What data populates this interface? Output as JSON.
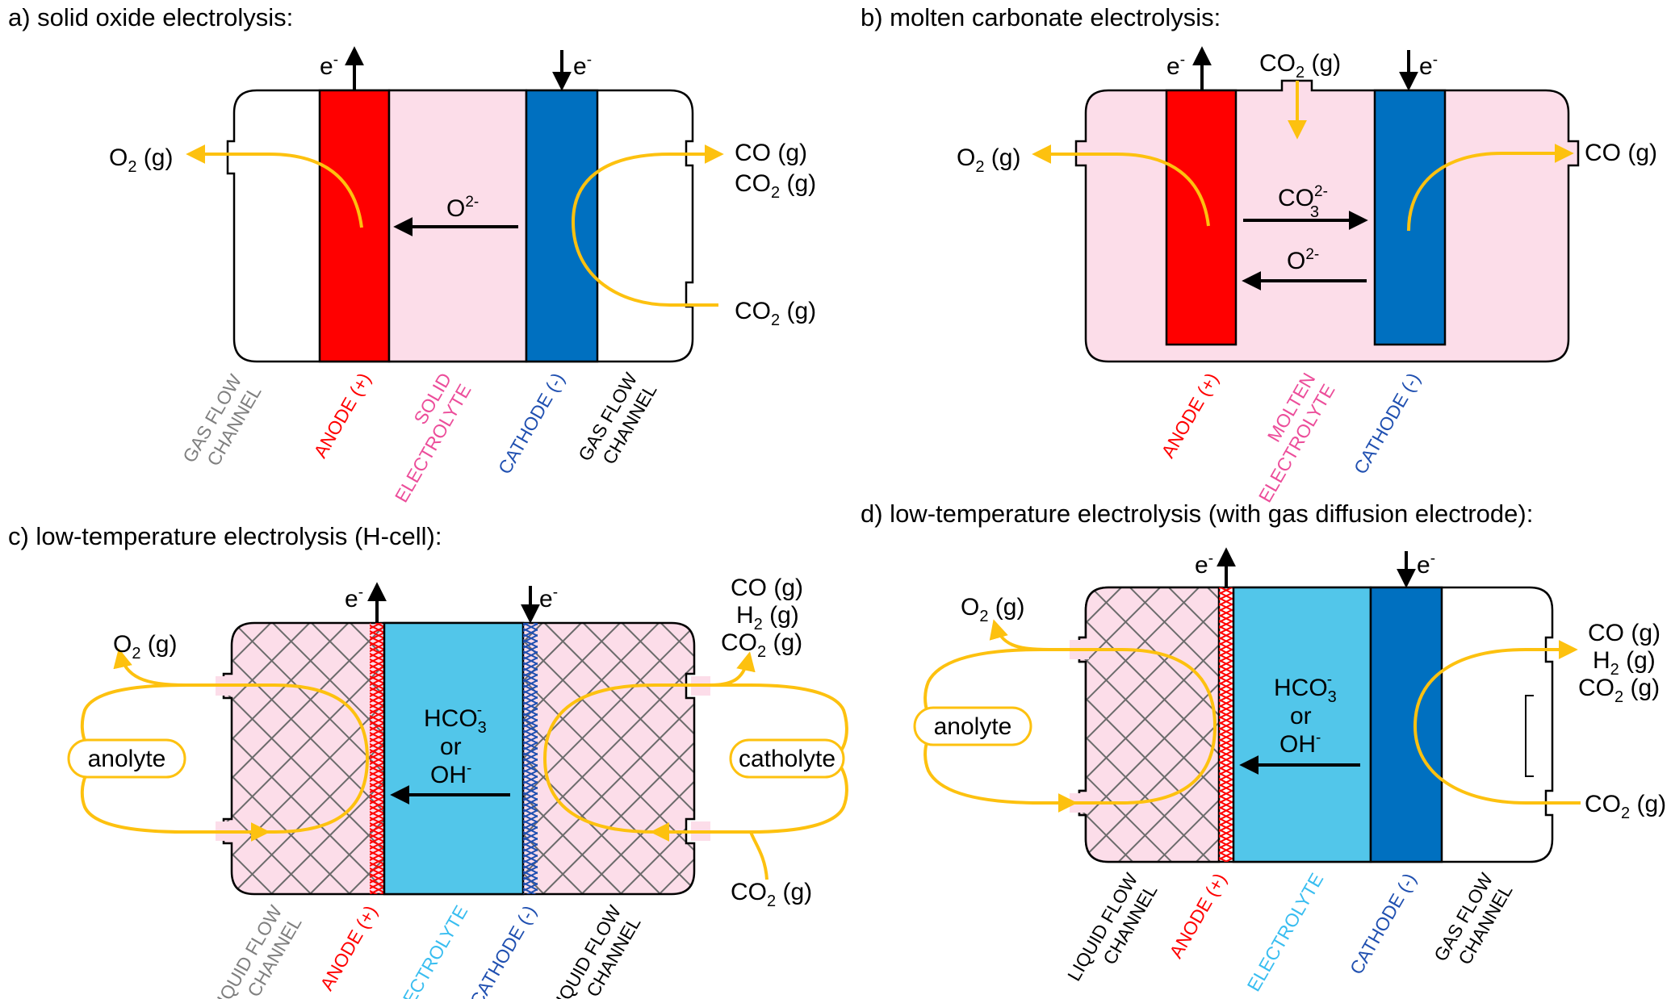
{
  "colors": {
    "anode": "#ff0000",
    "cathode": "#0070c0",
    "electrolyte_solid": "#fcdde9",
    "electrolyte_liquid": "#52c6ea",
    "flow": "#fdc10f",
    "mesh": "#6b6b6b",
    "label_gray": "#7f7f7f",
    "label_pink": "#ec4d9a",
    "label_blue": "#1f4fb0",
    "label_cyan": "#38bdf0"
  },
  "panel_a": {
    "title": "a) solid oxide electrolysis:",
    "electron": "e",
    "electron_sup": "-",
    "o2_main": "O",
    "o2_sub": "2",
    "o2_tail": " (g)",
    "co_out": "CO (g)",
    "co2_main": "CO",
    "co2_sub": "2",
    "co2_tail": " (g)",
    "ion_main": "O",
    "ion_sup": "2-",
    "labels": {
      "gas_flow_1": "GAS FLOW",
      "gas_flow_2": "CHANNEL",
      "anode": "ANODE (+)",
      "solid_1": "SOLID",
      "solid_2": "ELECTROLYTE",
      "cathode": "CATHODE (-)",
      "gas_flow_r1": "GAS FLOW",
      "gas_flow_r2": "CHANNEL"
    }
  },
  "panel_b": {
    "title": "b) molten carbonate electrolysis:",
    "electron": "e",
    "electron_sup": "-",
    "co2_main": "CO",
    "co2_sub": "2",
    "co2_tail": " (g)",
    "o2_main": "O",
    "o2_sub": "2",
    "o2_tail": " (g)",
    "co_out": "CO (g)",
    "carbonate_main": "CO",
    "carbonate_sup": "2-",
    "carbonate_sub": "3",
    "oxide_main": "O",
    "oxide_sup": "2-",
    "labels": {
      "anode": "ANODE (+)",
      "molten_1": "MOLTEN",
      "molten_2": "ELECTROLYTE",
      "cathode": "CATHODE (-)"
    }
  },
  "panel_c": {
    "title": "c) low-temperature electrolysis (H-cell):",
    "electron": "e",
    "electron_sup": "-",
    "o2_main": "O",
    "o2_sub": "2",
    "o2_tail": " (g)",
    "out_co": "CO (g)",
    "out_h2_main": "H",
    "out_h2_sub": "2",
    "out_h2_tail": " (g)",
    "out_co2_main": "CO",
    "out_co2_sub": "2",
    "out_co2_tail": " (g)",
    "in_co2_main": "CO",
    "in_co2_sub": "2",
    "in_co2_tail": " (g)",
    "anolyte": "anolyte",
    "catholyte": "catholyte",
    "hco3_main": "HCO",
    "hco3_sub": "3",
    "hco3_sup": "-",
    "or": "or",
    "oh_main": "OH",
    "oh_sup": "-",
    "labels": {
      "liquid_1": "LIQUID FLOW",
      "liquid_2": "CHANNEL",
      "anode": "ANODE (+)",
      "electrolyte": "ELECTROLYTE",
      "cathode": "CATHODE (-)",
      "liquid_r1": "LIQUID FLOW",
      "liquid_r2": "CHANNEL"
    }
  },
  "panel_d": {
    "title": "d) low-temperature electrolysis (with gas diffusion electrode):",
    "electron": "e",
    "electron_sup": "-",
    "o2_main": "O",
    "o2_sub": "2",
    "o2_tail": " (g)",
    "out_co": "CO (g)",
    "out_h2_main": "H",
    "out_h2_sub": "2",
    "out_h2_tail": " (g)",
    "out_co2_main": "CO",
    "out_co2_sub": "2",
    "out_co2_tail": " (g)",
    "in_co2_main": "CO",
    "in_co2_sub": "2",
    "in_co2_tail": " (g)",
    "anolyte": "anolyte",
    "hco3_main": "HCO",
    "hco3_sub": "3",
    "hco3_sup": "-",
    "or": "or",
    "oh_main": "OH",
    "oh_sup": "-",
    "labels": {
      "liquid_1": "LIQUID FLOW",
      "liquid_2": "CHANNEL",
      "anode": "ANODE (+)",
      "electrolyte": "ELECTROLYTE",
      "cathode": "CATHODE (-)",
      "gas_1": "GAS FLOW",
      "gas_2": "CHANNEL"
    }
  }
}
